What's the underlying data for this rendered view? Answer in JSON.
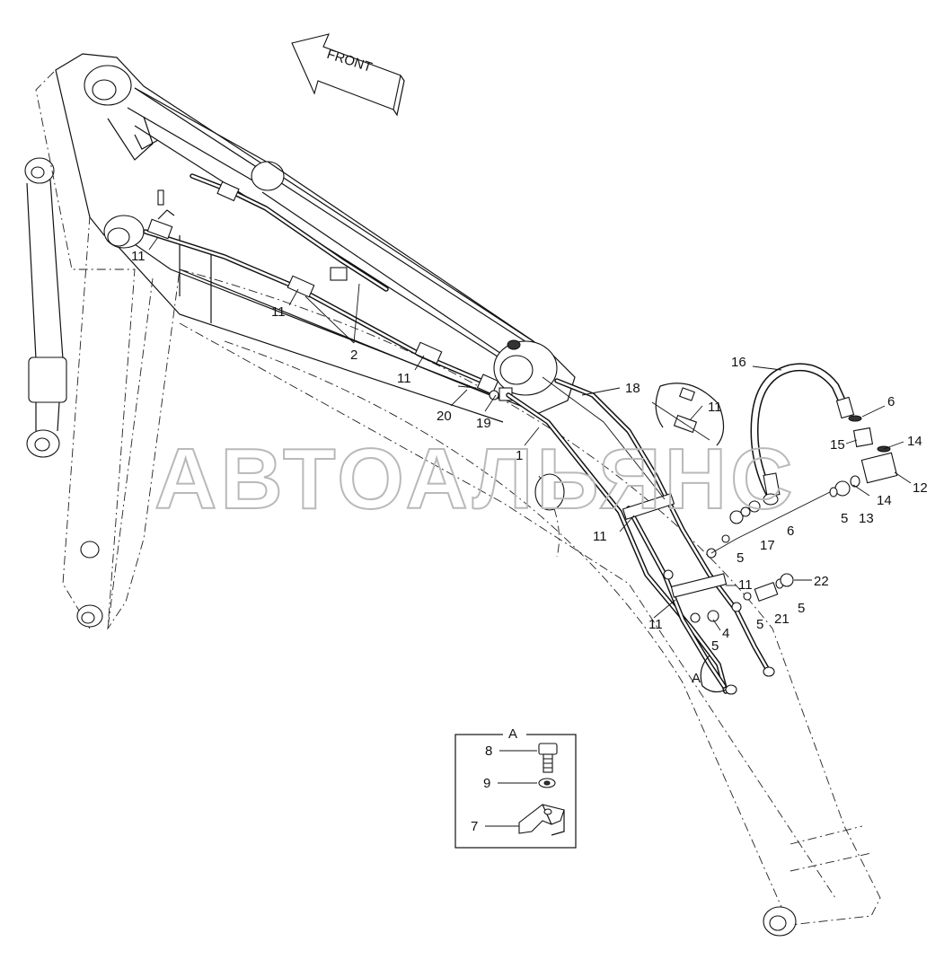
{
  "front_arrow": {
    "label": "FRONT"
  },
  "watermark": {
    "text": "АВТОАЛЬЯНС"
  },
  "detail_view": {
    "title": "A",
    "marker": "A"
  },
  "callouts": [
    {
      "id": "c11a",
      "text": "11"
    },
    {
      "id": "c11b",
      "text": "11"
    },
    {
      "id": "c2",
      "text": "2"
    },
    {
      "id": "c11c",
      "text": "11"
    },
    {
      "id": "c20",
      "text": "20"
    },
    {
      "id": "c19",
      "text": "19"
    },
    {
      "id": "c1",
      "text": "1"
    },
    {
      "id": "c18",
      "text": "18"
    },
    {
      "id": "c11d",
      "text": "11"
    },
    {
      "id": "c16",
      "text": "16"
    },
    {
      "id": "c6a",
      "text": "6"
    },
    {
      "id": "c15",
      "text": "15"
    },
    {
      "id": "c14a",
      "text": "14"
    },
    {
      "id": "c12",
      "text": "12"
    },
    {
      "id": "c14b",
      "text": "14"
    },
    {
      "id": "c13",
      "text": "13"
    },
    {
      "id": "c5a",
      "text": "5"
    },
    {
      "id": "c6b",
      "text": "6"
    },
    {
      "id": "c17",
      "text": "17"
    },
    {
      "id": "c5b",
      "text": "5"
    },
    {
      "id": "c11e",
      "text": "11"
    },
    {
      "id": "c11f",
      "text": "11"
    },
    {
      "id": "c22",
      "text": "22"
    },
    {
      "id": "c11g",
      "text": "11"
    },
    {
      "id": "c5c",
      "text": "5"
    },
    {
      "id": "c21",
      "text": "21"
    },
    {
      "id": "c5d",
      "text": "5"
    },
    {
      "id": "c4",
      "text": "4"
    },
    {
      "id": "c5e",
      "text": "5"
    },
    {
      "id": "c8",
      "text": "8"
    },
    {
      "id": "c9",
      "text": "9"
    },
    {
      "id": "c7",
      "text": "7"
    }
  ]
}
